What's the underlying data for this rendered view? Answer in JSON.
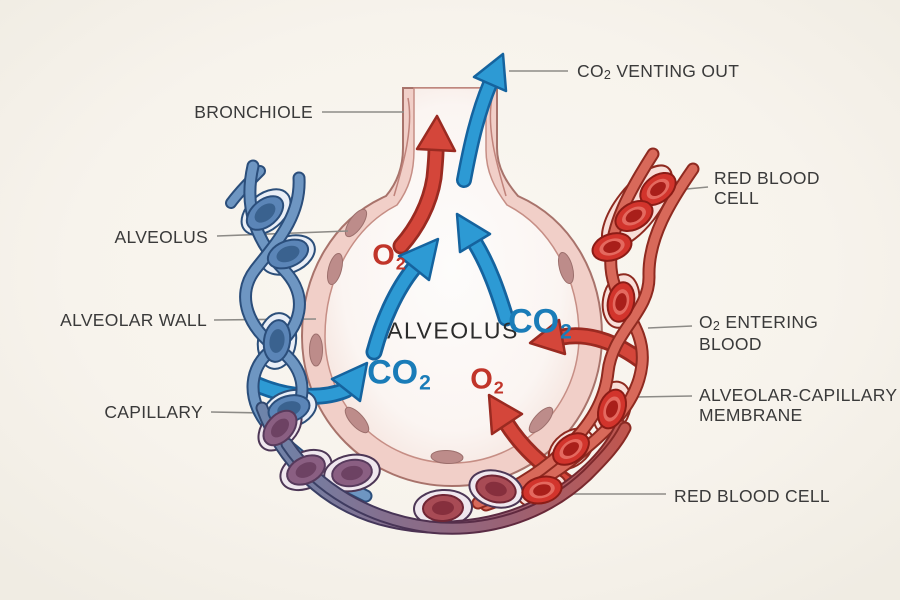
{
  "title": "Alveolus gas exchange diagram",
  "colors": {
    "background": "#f6f2eb",
    "label_text": "#3a3a3a",
    "leader_line": "#8d8b87",
    "co2_text_blue": "#1a7cb8",
    "o2_text_red": "#c1352a",
    "arrow_blue": "#2d9ad4",
    "arrow_red": "#d4463a",
    "vessel_blue": "#5b85b7",
    "vessel_red": "#d2342c",
    "vessel_purple": "#8a5f82",
    "alveolus_wall_pink": "#f1cfc8"
  },
  "labels": {
    "bronchiole": {
      "text": "BRONCHIOLE"
    },
    "alveolus_left": {
      "text": "ALVEOLUS"
    },
    "alveolar_wall": {
      "text": "ALVEOLAR WALL"
    },
    "capillary": {
      "text": "CAPILLARY"
    },
    "co2_venting": {
      "pre": "CO",
      "sub": "2",
      "post": " VENTING OUT"
    },
    "red_blood_cell_top": {
      "line1": "RED BLOOD",
      "line2": "CELL"
    },
    "o2_entering": {
      "pre": "O",
      "sub": "2",
      "post": " ENTERING",
      "line2": "BLOOD"
    },
    "alveolar_capillary_membrane": {
      "line1": "ALVEOLAR-CAPILLARY",
      "line2": "MEMBRANE"
    },
    "red_blood_cell_bottom": {
      "text": "RED BLOOD CELL"
    }
  },
  "molecules": {
    "o2_top": {
      "base": "O",
      "sub": "2"
    },
    "alveolus_center": {
      "text": "ALVEOLUS"
    },
    "co2_right": {
      "base": "CO",
      "sub": "2"
    },
    "co2_left": {
      "base": "CO",
      "sub": "2"
    },
    "o2_bottom": {
      "base": "O",
      "sub": "2"
    }
  },
  "arrows": {
    "bronchiole_up_red": "oxygen-in-airway",
    "co2_venting_blue": "co2-exiting-bronchiole",
    "alveolus_rise_blue_left": "co2-rising-in-alveolus",
    "alveolus_rise_blue_right": "co2-rising-in-alveolus",
    "co2_from_capillary_blue": "co2-crossing-membrane-into-alveolus",
    "o2_to_blood_red_right": "o2-entering-blood",
    "o2_from_bottom_red": "o2-crossing-membrane"
  }
}
